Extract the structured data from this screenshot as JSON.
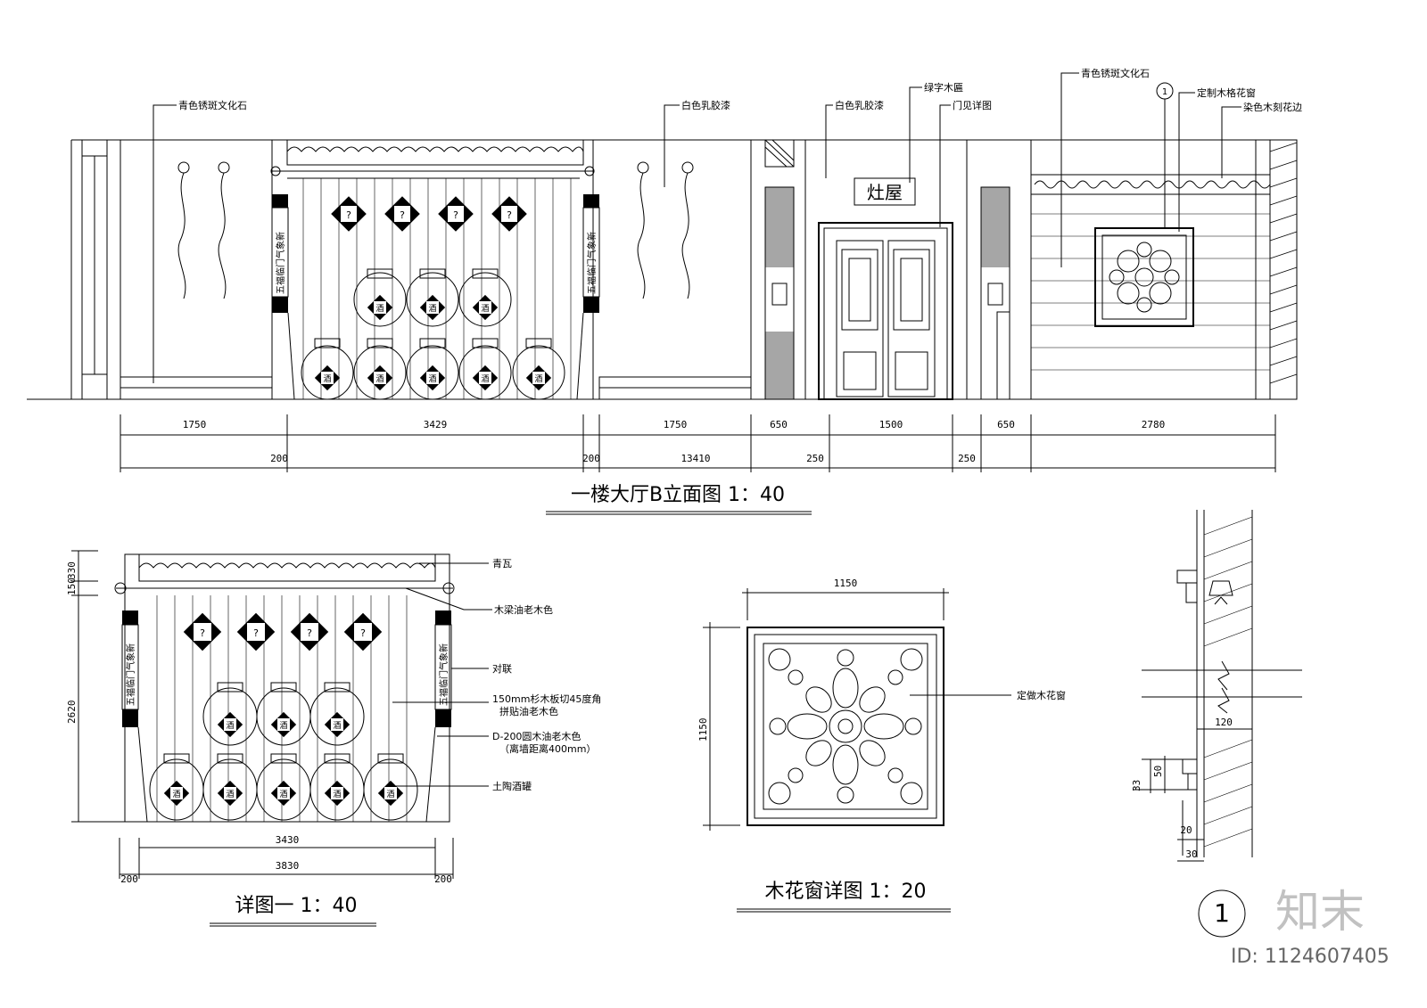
{
  "main_elevation": {
    "title": "一楼大厅B立面图 1：40",
    "labels": {
      "stone_left": "青色锈斑文化石",
      "latex1": "白色乳胶漆",
      "latex2": "白色乳胶漆",
      "green_plaque": "绿字木匾",
      "door_detail": "门见详图",
      "stone_right": "青色锈斑文化石",
      "lattice": "定制木格花窗",
      "carved": "染色木刻花边",
      "callout": "1",
      "plaque_text": "灶屋",
      "couplet_left": "五福临门气象新",
      "couplet_right": "五福临门气象新",
      "wine": "酒",
      "q": "?"
    },
    "dims_row1": [
      "1750",
      "3429",
      "1750",
      "650",
      "1500",
      "650",
      "2780"
    ],
    "dims_row2": [
      "200",
      "200",
      "13410",
      "250",
      "250"
    ]
  },
  "detail1": {
    "title": "详图一 1：40",
    "labels": {
      "tile": "青瓦",
      "beam": "木梁油老木色",
      "couplet": "对联",
      "board1": "150mm杉木板切45度角",
      "board2": "拼贴油老木色",
      "log1": "D-200圆木油老木色",
      "log2": "（离墙距离400mm）",
      "jar": "土陶酒罐"
    },
    "dims": {
      "top1": "330",
      "top2": "150",
      "height": "2620",
      "w1": "3430",
      "w2": "3830",
      "left": "200",
      "right": "200"
    },
    "couplet_left": "五福临门气象新",
    "couplet_right": "五福临门气象新",
    "wine": "酒",
    "q": "?"
  },
  "window_detail": {
    "title": "木花窗详图 1：20",
    "label": "定做木花窗",
    "dim_w": "1150",
    "dim_h": "1150"
  },
  "section1": {
    "dims": [
      "120",
      "50",
      "33",
      "20",
      "30"
    ],
    "number": "1"
  },
  "branding": {
    "logo": "知末",
    "id": "ID: 1124607405"
  }
}
